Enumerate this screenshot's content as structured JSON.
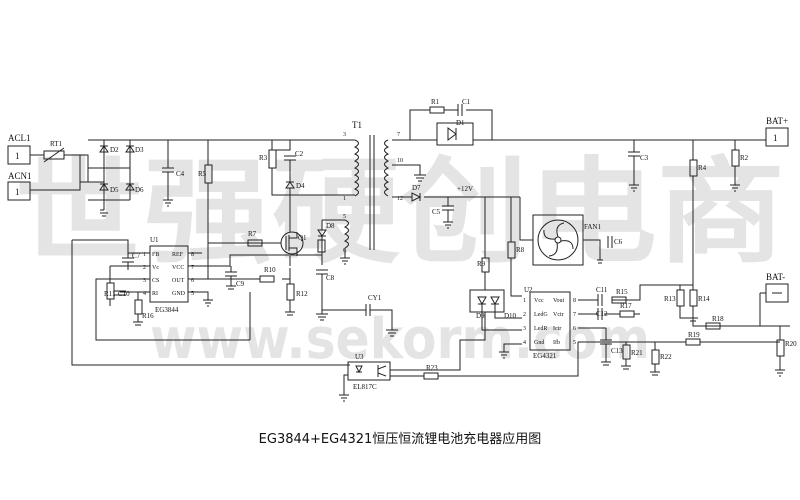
{
  "caption": "EG3844+EG4321恒压恒流锂电池充电器应用图",
  "watermark": {
    "cn": "世强硬创电商",
    "en": "www.sekorm.com"
  },
  "terminals": {
    "acl1": "ACL1",
    "acn1": "ACN1",
    "batp": "BAT+",
    "batn": "BAT-",
    "pin1": "1"
  },
  "transformer": {
    "name": "T1",
    "pins": [
      "3",
      "1",
      "5",
      "6",
      "7",
      "10",
      "12"
    ]
  },
  "ic_u1": {
    "ref": "U1",
    "part": "EG3844",
    "left_pins": [
      "FB",
      "Vc",
      "CS",
      "RI"
    ],
    "left_nums": [
      "1",
      "2",
      "3",
      "4"
    ],
    "right_pins": [
      "REF",
      "VCC",
      "OUT",
      "GND"
    ],
    "right_nums": [
      "8",
      "7",
      "6",
      "5"
    ]
  },
  "ic_u2": {
    "ref": "U2",
    "part": "EG4321",
    "left_pins": [
      "Vcc",
      "LedG",
      "LedR",
      "Gnd"
    ],
    "left_nums": [
      "1",
      "2",
      "3",
      "4"
    ],
    "right_pins": [
      "Vout",
      "Vctr",
      "Ictr",
      "Ifb"
    ],
    "right_nums": [
      "8",
      "7",
      "6",
      "5"
    ]
  },
  "opto": {
    "ref": "U3",
    "part": "EL817C"
  },
  "fan": {
    "ref": "FAN1"
  },
  "net": {
    "v12": "+12V"
  },
  "components": {
    "RT1": "RT1",
    "D2": "D2",
    "D3": "D3",
    "D5": "D5",
    "D6": "D6",
    "C4": "C4",
    "R5": "R5",
    "R3": "R3",
    "C2": "C2",
    "D4": "D4",
    "C7": "C7",
    "R7": "R7",
    "Q1": "Q1",
    "C9": "C9",
    "R10": "R10",
    "R12": "R12",
    "R8": "R8",
    "D8": "D8",
    "C8": "C8",
    "R11": "R11",
    "C10": "C10",
    "R16": "R16",
    "CY1": "CY1",
    "R1": "R1",
    "C1": "C1",
    "D1": "D1",
    "D7": "D7",
    "C5": "C5",
    "C3": "C3",
    "R4": "R4",
    "R2": "R2",
    "C6": "C6",
    "R9": "R9",
    "D9": "D9",
    "D10": "D10",
    "C11": "C11",
    "R15": "R15",
    "C12": "C12",
    "R17": "R17",
    "R13": "R13",
    "R14": "R14",
    "R18": "R18",
    "R19": "R19",
    "R20": "R20",
    "C13": "C13",
    "R21": "R21",
    "R22": "R22",
    "R23": "R23"
  }
}
